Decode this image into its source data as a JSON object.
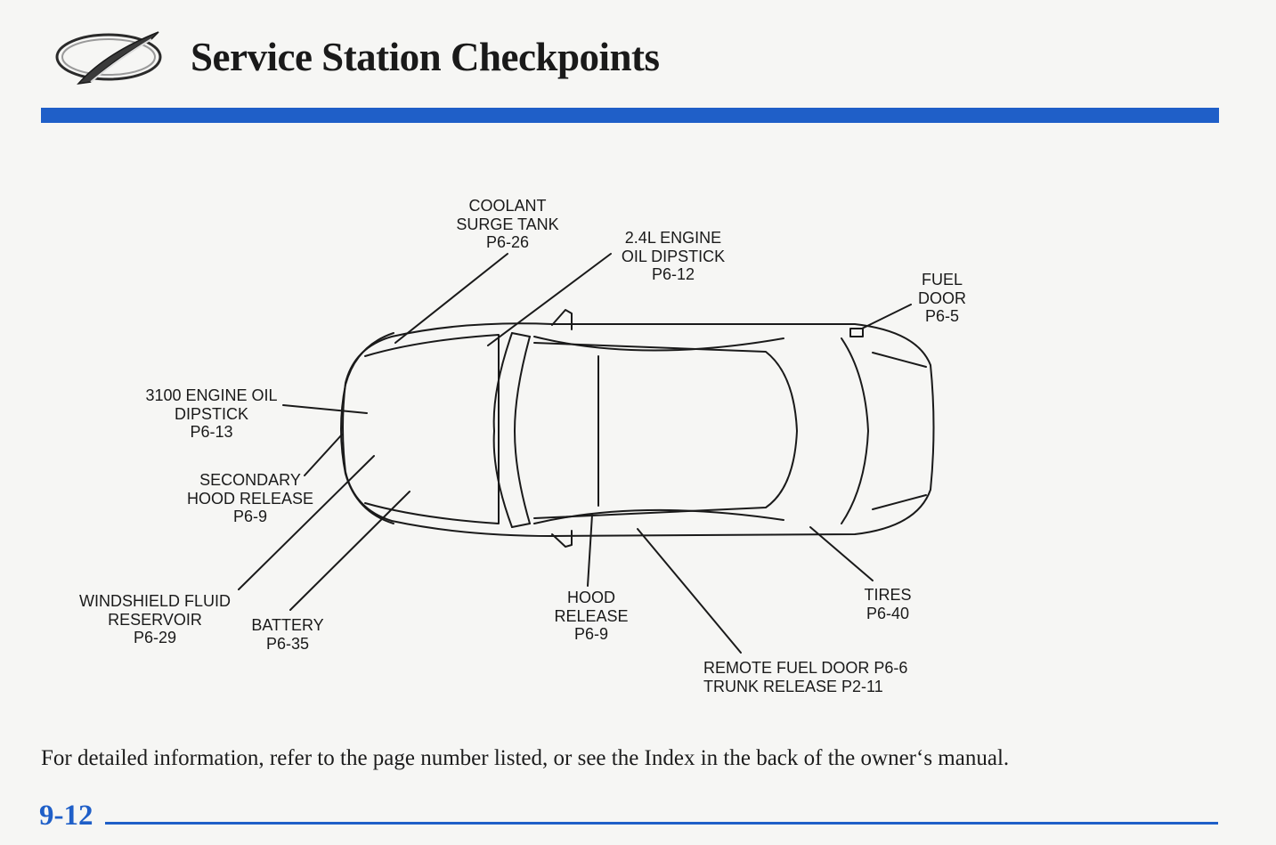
{
  "header": {
    "logo": "oldsmobile-rocket-logo",
    "title": "Service Station Checkpoints",
    "accent_color": "#1f5fc8"
  },
  "diagram": {
    "subject": "car-top-view-icon",
    "callouts": {
      "coolant": [
        "COOLANT",
        "SURGE TANK",
        "P6-26"
      ],
      "oil_24": [
        "2.4L ENGINE",
        "OIL DIPSTICK",
        "P6-12"
      ],
      "fuel_door": [
        "FUEL",
        "DOOR",
        "P6-5"
      ],
      "oil_3100": [
        "3100 ENGINE OIL",
        "DIPSTICK",
        "P6-13"
      ],
      "secondary_hood": [
        "SECONDARY",
        "HOOD RELEASE",
        "P6-9"
      ],
      "windshield": [
        "WINDSHIELD FLUID",
        "RESERVOIR",
        "P6-29"
      ],
      "battery": [
        "BATTERY",
        "P6-35"
      ],
      "hood_release": [
        "HOOD",
        "RELEASE",
        "P6-9"
      ],
      "tires": [
        "TIRES",
        "P6-40"
      ],
      "remote": [
        "REMOTE FUEL DOOR P6-6",
        "TRUNK RELEASE P2-11"
      ]
    }
  },
  "footer": {
    "note": "For detailed information, refer to the page number listed, or see the Index in the back of the owner‘s manual.",
    "page_number": "9-12"
  }
}
